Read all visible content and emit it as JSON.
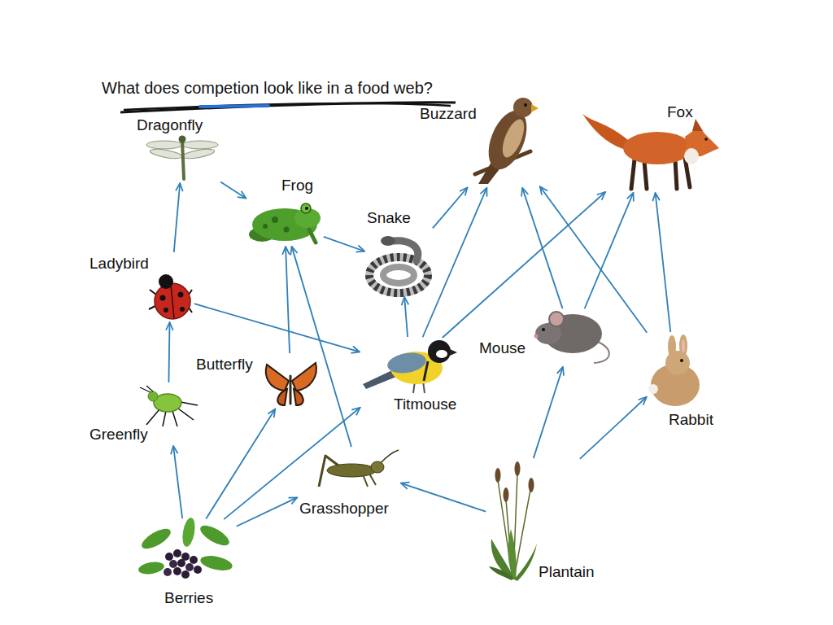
{
  "diagram": {
    "title": "What does competion look like in a food web?",
    "nodes": [
      {
        "text": [
          "Dragonfly"
        ]
      },
      {
        "text": [
          "Buzzard"
        ]
      },
      {
        "text": [
          "Fox"
        ]
      },
      {
        "text": [
          "Frog"
        ]
      },
      {
        "text": [
          "Snake"
        ]
      },
      {
        "text": [
          "Ladybird"
        ]
      },
      {
        "text": [
          "Mouse"
        ]
      },
      {
        "text": [
          "Butterfly"
        ]
      },
      {
        "text": [
          "Titmouse"
        ]
      },
      {
        "text": [
          "Rabbit"
        ]
      },
      {
        "text": [
          "Greenfly"
        ]
      },
      {
        "text": [
          "Grasshopper"
        ]
      },
      {
        "text": [
          "Berries"
        ]
      },
      {
        "text": [
          "Plantain"
        ]
      }
    ],
    "edges": [
      {
        "from": 0,
        "to": 3,
        "arrow": "to"
      },
      {
        "from": 5,
        "to": 0,
        "arrow": "to"
      },
      {
        "from": 10,
        "to": 5,
        "arrow": "to"
      },
      {
        "from": 12,
        "to": 10,
        "arrow": "to"
      },
      {
        "from": 12,
        "to": 7,
        "arrow": "to"
      },
      {
        "from": 12,
        "to": 8,
        "arrow": "to"
      },
      {
        "from": 12,
        "to": 11,
        "arrow": "to"
      },
      {
        "from": 7,
        "to": 3,
        "arrow": "to"
      },
      {
        "from": 11,
        "to": 3,
        "arrow": "to"
      },
      {
        "from": 3,
        "to": 4,
        "arrow": "to"
      },
      {
        "from": 4,
        "to": 1,
        "arrow": "to"
      },
      {
        "from": 8,
        "to": 4,
        "arrow": "to"
      },
      {
        "from": 8,
        "to": 1,
        "arrow": "to"
      },
      {
        "from": 8,
        "to": 2,
        "arrow": "to"
      },
      {
        "from": 5,
        "to": 8,
        "arrow": "to"
      },
      {
        "from": 6,
        "to": 1,
        "arrow": "to"
      },
      {
        "from": 6,
        "to": 2,
        "arrow": "to"
      },
      {
        "from": 9,
        "to": 1,
        "arrow": "to"
      },
      {
        "from": 9,
        "to": 2,
        "arrow": "to"
      },
      {
        "from": 13,
        "to": 6,
        "arrow": "to"
      },
      {
        "from": 13,
        "to": 9,
        "arrow": "to"
      },
      {
        "from": 13,
        "to": 11,
        "arrow": "to"
      }
    ]
  }
}
